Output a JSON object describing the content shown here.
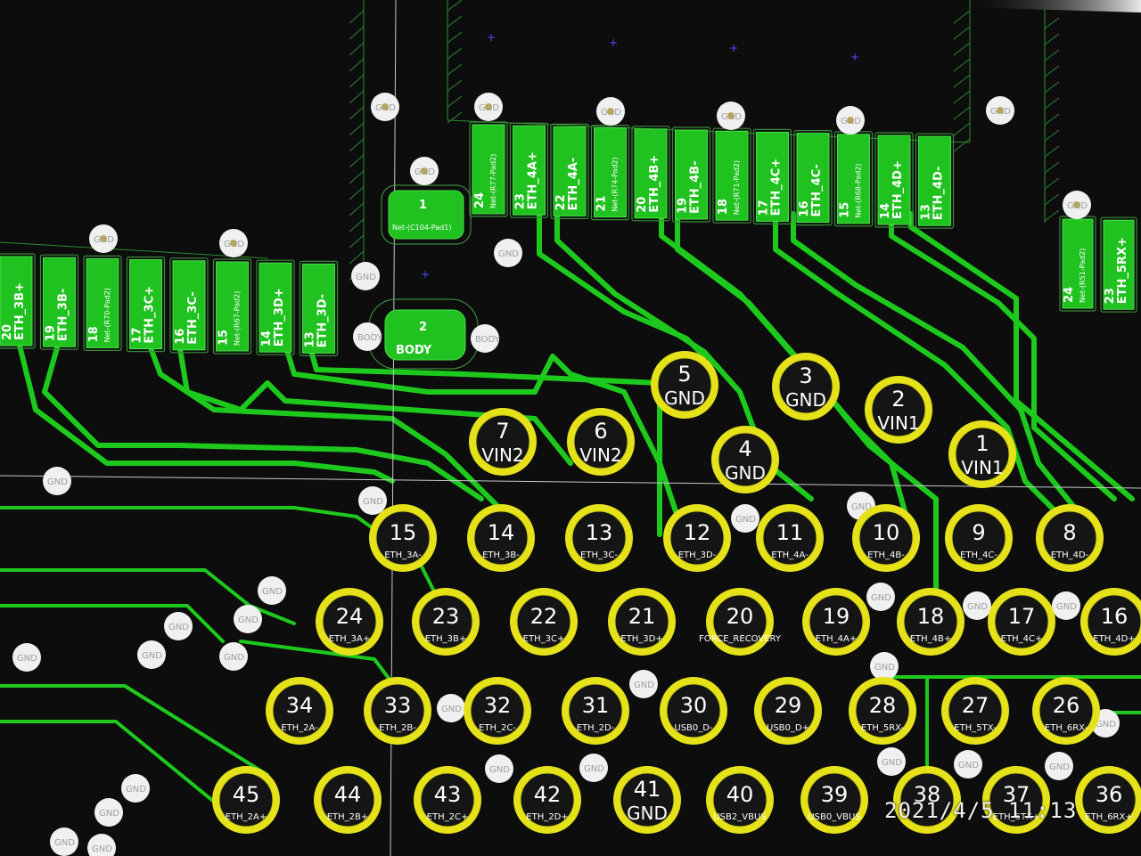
{
  "board": {
    "top_connector": {
      "pads": [
        {
          "num": "24",
          "net": "Net-(R77-Pad2)"
        },
        {
          "num": "23",
          "net": "ETH_4A+"
        },
        {
          "num": "22",
          "net": "ETH_4A-"
        },
        {
          "num": "21",
          "net": "Net-(R74-Pad2)"
        },
        {
          "num": "20",
          "net": "ETH_4B+"
        },
        {
          "num": "19",
          "net": "ETH_4B-"
        },
        {
          "num": "18",
          "net": "Net-(R71-Pad2)"
        },
        {
          "num": "17",
          "net": "ETH_4C+"
        },
        {
          "num": "16",
          "net": "ETH_4C-"
        },
        {
          "num": "15",
          "net": "Net-(R68-Pad2)"
        },
        {
          "num": "14",
          "net": "ETH_4D+"
        },
        {
          "num": "13",
          "net": "ETH_4D-"
        }
      ]
    },
    "left_connector": {
      "pads": [
        {
          "num": "20",
          "net": "ETH_3B+"
        },
        {
          "num": "19",
          "net": "ETH_3B-"
        },
        {
          "num": "18",
          "net": "Net-(R70-Pad2)"
        },
        {
          "num": "17",
          "net": "ETH_3C+"
        },
        {
          "num": "16",
          "net": "ETH_3C-"
        },
        {
          "num": "15",
          "net": "Net-(R67-Pad2)"
        },
        {
          "num": "14",
          "net": "ETH_3D+"
        },
        {
          "num": "13",
          "net": "ETH_3D-"
        }
      ]
    },
    "right_connector": {
      "pads": [
        {
          "num": "24",
          "net": "Net-(R51-Pad2)"
        },
        {
          "num": "23",
          "net": "ETH_5RX+"
        }
      ]
    },
    "pad1": {
      "num": "1",
      "net": "Net-(C104-Pad1)"
    },
    "pad2": {
      "num": "2",
      "net": "BODY"
    },
    "body_label": "BODY",
    "gnd_label": "GND",
    "testpoints": [
      {
        "num": "5",
        "sig": "GND",
        "big": true
      },
      {
        "num": "3",
        "sig": "GND",
        "big": true
      },
      {
        "num": "2",
        "sig": "VIN1",
        "big": true
      },
      {
        "num": "4",
        "sig": "GND",
        "big": true
      },
      {
        "num": "1",
        "sig": "VIN1",
        "big": true
      },
      {
        "num": "7",
        "sig": "VIN2",
        "big": true
      },
      {
        "num": "6",
        "sig": "VIN2",
        "big": true
      },
      {
        "num": "15",
        "sig": "ETH_3A-"
      },
      {
        "num": "14",
        "sig": "ETH_3B-"
      },
      {
        "num": "13",
        "sig": "ETH_3C-"
      },
      {
        "num": "12",
        "sig": "ETH_3D-"
      },
      {
        "num": "11",
        "sig": "ETH_4A-"
      },
      {
        "num": "10",
        "sig": "ETH_4B-"
      },
      {
        "num": "9",
        "sig": "ETH_4C-"
      },
      {
        "num": "8",
        "sig": "ETH_4D-"
      },
      {
        "num": "24",
        "sig": "ETH_3A+"
      },
      {
        "num": "23",
        "sig": "ETH_3B+"
      },
      {
        "num": "22",
        "sig": "ETH_3C+"
      },
      {
        "num": "21",
        "sig": "ETH_3D+"
      },
      {
        "num": "20",
        "sig": "FORCE_RECOVERY"
      },
      {
        "num": "19",
        "sig": "ETH_4A+"
      },
      {
        "num": "18",
        "sig": "ETH_4B+"
      },
      {
        "num": "17",
        "sig": "ETH_4C+"
      },
      {
        "num": "16",
        "sig": "ETH_4D+"
      },
      {
        "num": "34",
        "sig": "ETH_2A-"
      },
      {
        "num": "33",
        "sig": "ETH_2B-"
      },
      {
        "num": "32",
        "sig": "ETH_2C-"
      },
      {
        "num": "31",
        "sig": "ETH_2D-"
      },
      {
        "num": "30",
        "sig": "USB0_D-"
      },
      {
        "num": "29",
        "sig": "USB0_D+"
      },
      {
        "num": "28",
        "sig": "ETH_5RX-"
      },
      {
        "num": "27",
        "sig": "ETH_5TX-"
      },
      {
        "num": "26",
        "sig": "ETH_6RX-"
      },
      {
        "num": "45",
        "sig": "ETH_2A+"
      },
      {
        "num": "44",
        "sig": "ETH_2B+"
      },
      {
        "num": "43",
        "sig": "ETH_2C+"
      },
      {
        "num": "42",
        "sig": "ETH_2D+"
      },
      {
        "num": "41",
        "sig": "GND",
        "big": true
      },
      {
        "num": "40",
        "sig": "USB2_VBUS"
      },
      {
        "num": "39",
        "sig": "USB0_VBUS"
      },
      {
        "num": "38",
        "sig": ""
      },
      {
        "num": "37",
        "sig": "ETH_5TX+"
      },
      {
        "num": "36",
        "sig": "ETH_6RX+"
      }
    ]
  },
  "photo_timestamp": "2021/4/5 11:13"
}
